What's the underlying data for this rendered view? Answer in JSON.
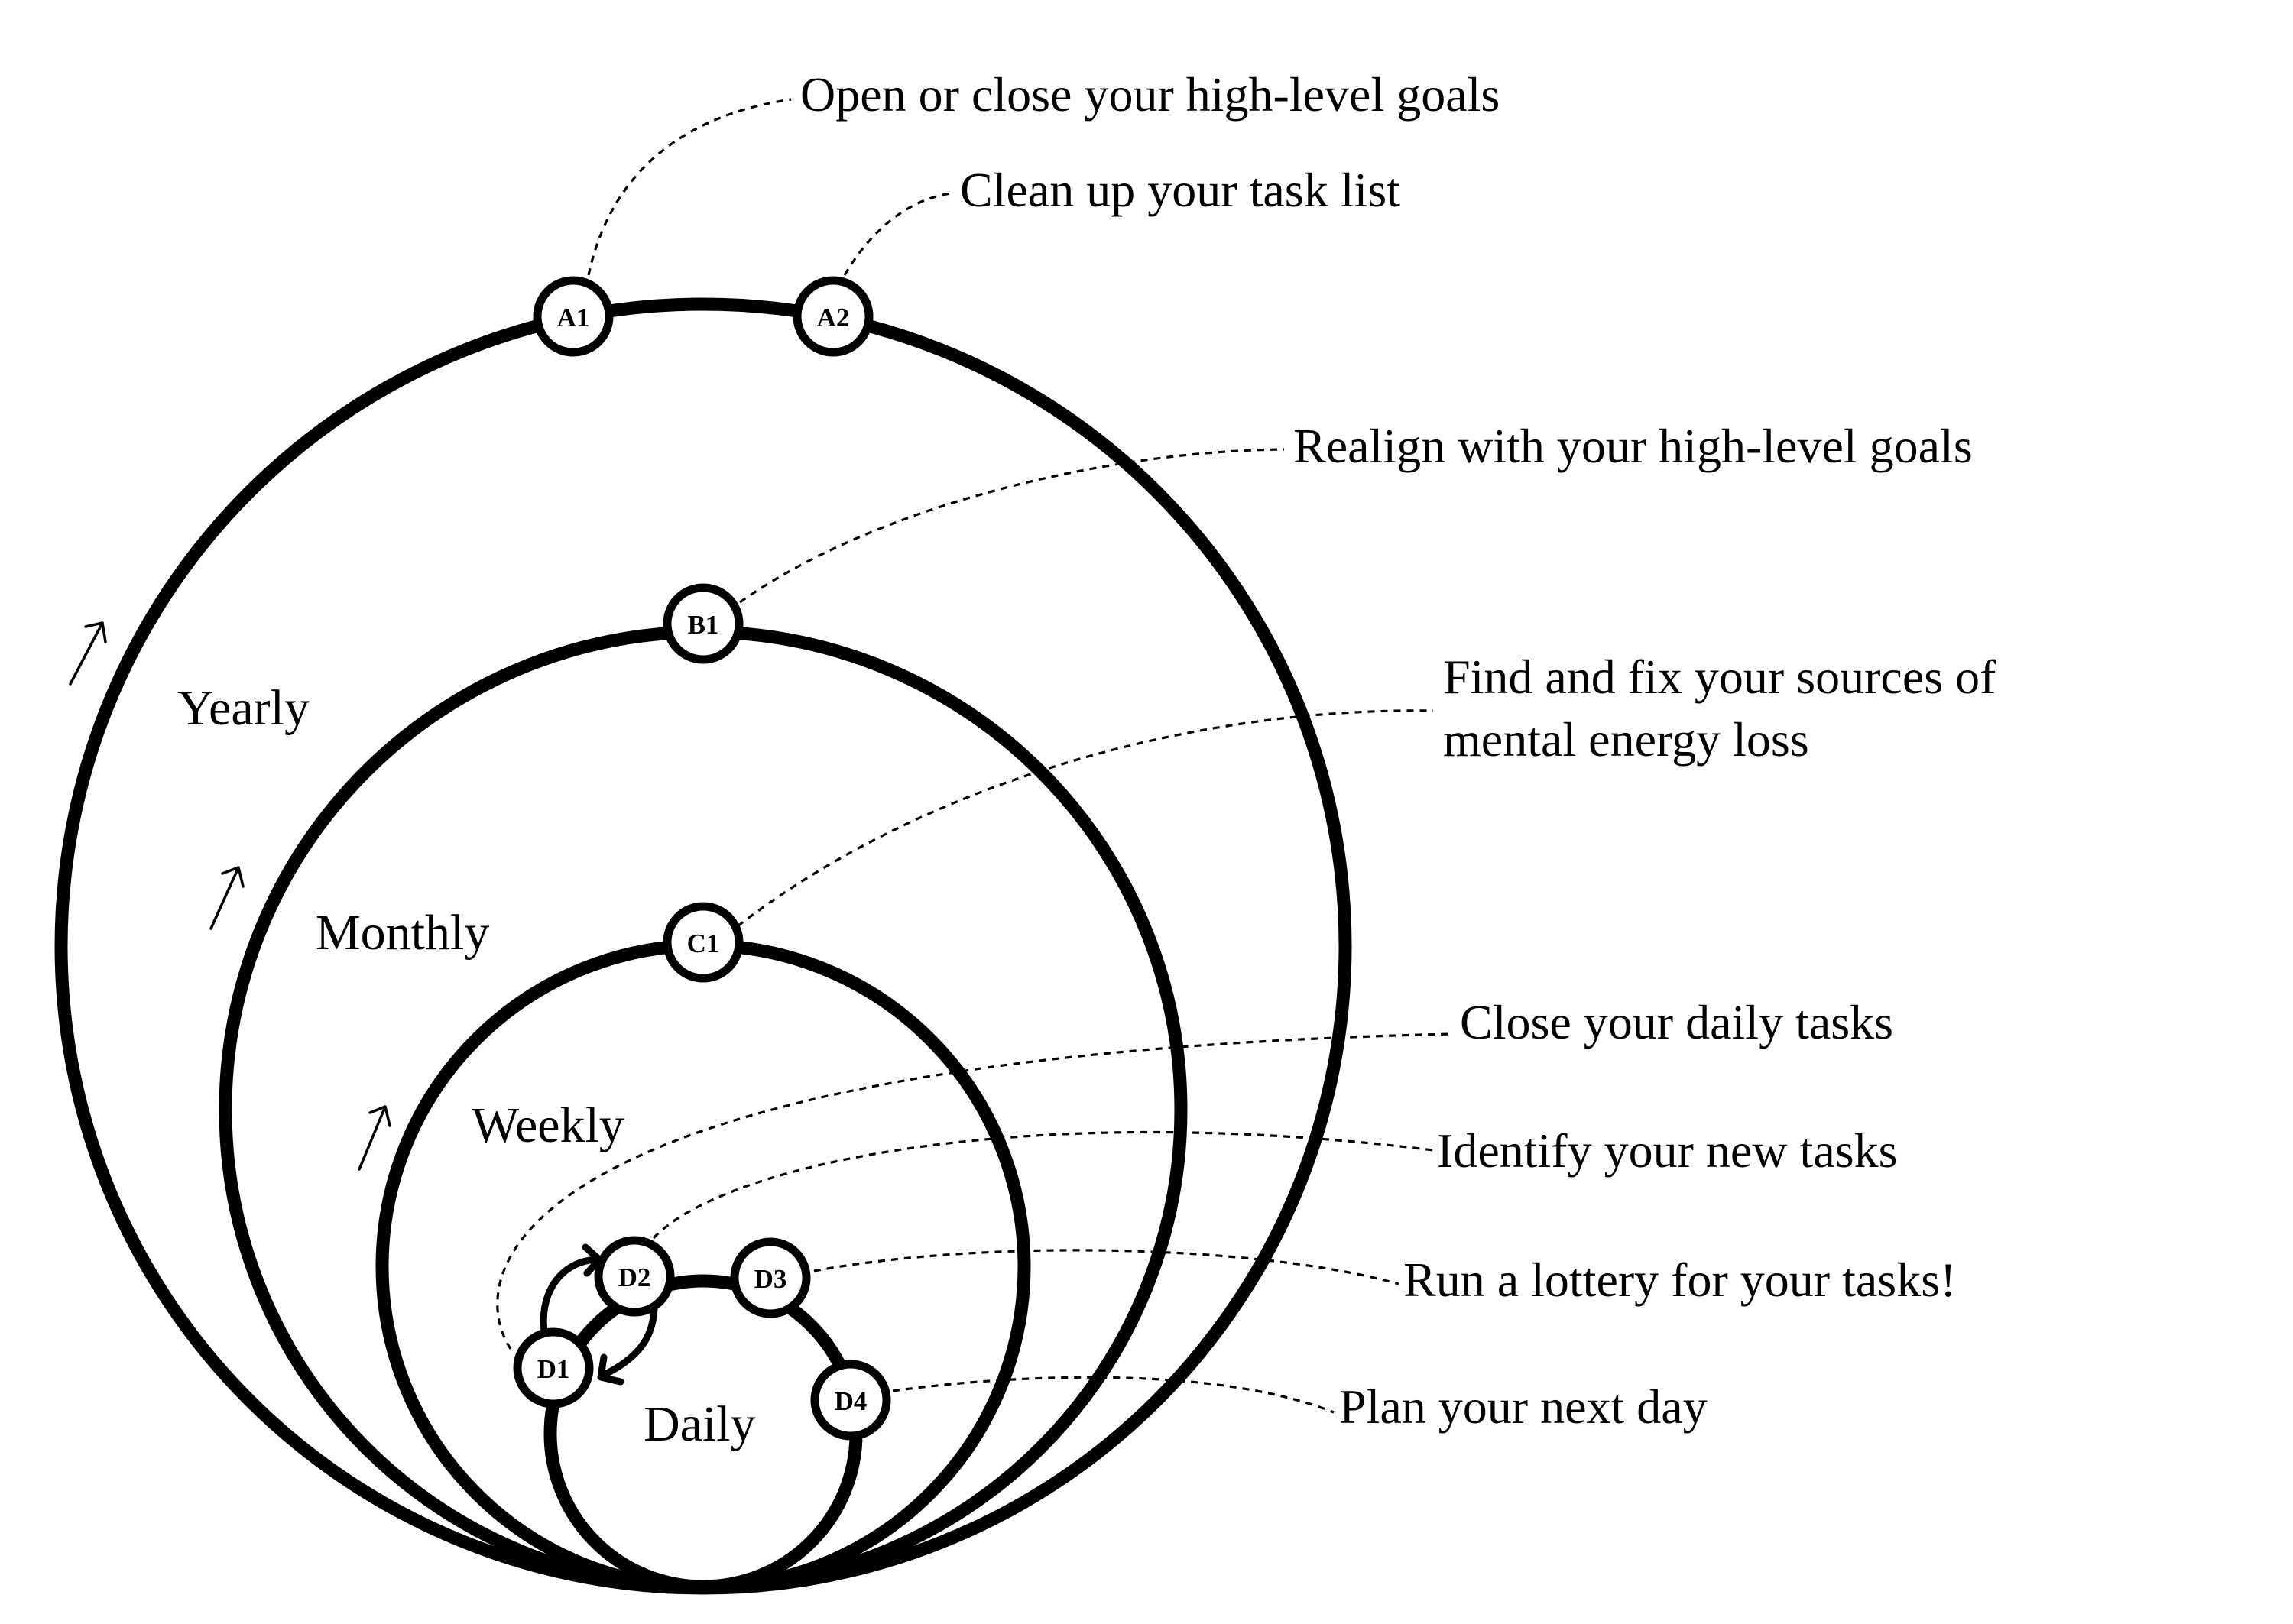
{
  "cycles": {
    "yearly": "Yearly",
    "monthly": "Monthly",
    "weekly": "Weekly",
    "daily": "Daily"
  },
  "nodes": {
    "A1": "A1",
    "A2": "A2",
    "B1": "B1",
    "C1": "C1",
    "D1": "D1",
    "D2": "D2",
    "D3": "D3",
    "D4": "D4"
  },
  "callouts": {
    "a1": "Open or close your high-level goals",
    "a2": "Clean up your task list",
    "b1": "Realign with your high-level goals",
    "c1_line1": "Find and fix your sources of",
    "c1_line2": "mental energy loss",
    "d1": "Close your daily tasks",
    "d2": "Identify your new tasks",
    "d3": "Run a lottery for your tasks!",
    "d4": "Plan your next day"
  }
}
